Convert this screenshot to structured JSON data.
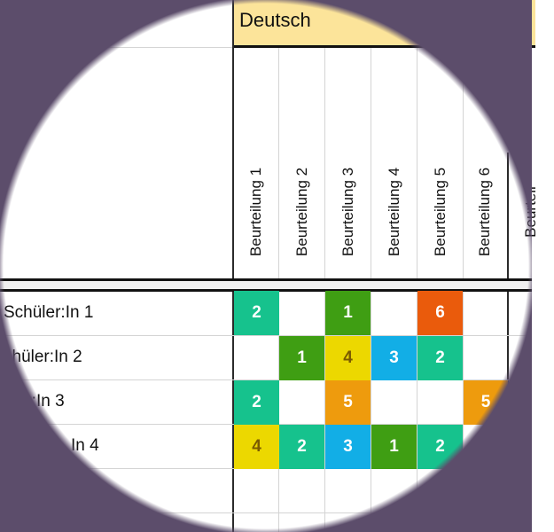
{
  "subject": {
    "label": "Deutsch",
    "color": "#fce49a"
  },
  "columns": [
    {
      "label": "Beurteilung 1"
    },
    {
      "label": "Beurteilung 2"
    },
    {
      "label": "Beurteilung 3"
    },
    {
      "label": "Beurteilung 4"
    },
    {
      "label": "Beurteilung 5"
    },
    {
      "label": "Beurteilung 6"
    },
    {
      "label": "Beurteil"
    }
  ],
  "rows": [
    {
      "label": "Schüler:In 1",
      "grades": [
        "2",
        "",
        "1",
        "",
        "6",
        "",
        ""
      ]
    },
    {
      "label": "chüler:In 2",
      "grades": [
        "",
        "1",
        "4",
        "3",
        "2",
        "",
        ""
      ]
    },
    {
      "label": "üler:In 3",
      "grades": [
        "2",
        "",
        "5",
        "",
        "",
        "5",
        ""
      ]
    },
    {
      "label": "In 4",
      "grades": [
        "4",
        "2",
        "3",
        "1",
        "2",
        "",
        ""
      ]
    },
    {
      "label": "",
      "grades": [
        "",
        "",
        "",
        "",
        "",
        "",
        ""
      ]
    }
  ],
  "grade_colors": {
    "1": {
      "bg": "#3f9e13",
      "fg": "#ffffff"
    },
    "2": {
      "bg": "#16c28d",
      "fg": "#ffffff"
    },
    "3": {
      "bg": "#12aee6",
      "fg": "#ffffff"
    },
    "4": {
      "bg": "#ecd800",
      "fg": "#7a5a00"
    },
    "5": {
      "bg": "#ee9b0d",
      "fg": "#ffffff"
    },
    "6": {
      "bg": "#ea5b0c",
      "fg": "#ffffff"
    }
  },
  "vignette_color": "#5c4d6b"
}
